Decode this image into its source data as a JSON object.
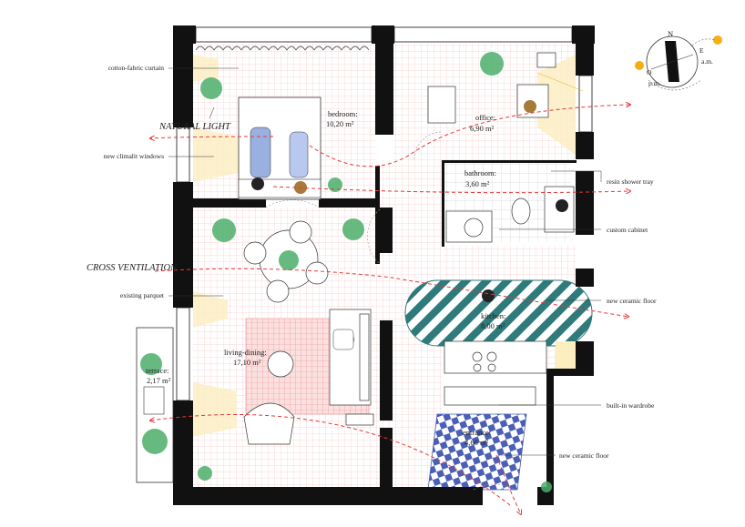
{
  "annotations": {
    "curtain": "cotton-fabric curtain",
    "natural_light": "NATURAL LIGHT",
    "windows": "new climalit windows",
    "cross_ventilation": "CROSS VENTILATION",
    "parquet": "existing parquet",
    "shower": "resin shower tray",
    "cabinet": "custom cabinet",
    "kitchen_floor": "new ceramic floor",
    "wardrobe": "built-in wardrobe",
    "entrance_floor": "new ceramic floor"
  },
  "rooms": {
    "bedroom": {
      "name": "bedroom:",
      "area": "10,20 m²"
    },
    "office": {
      "name": "office:",
      "area": "6,90 m²"
    },
    "bathroom": {
      "name": "bathroom:",
      "area": "3,60 m²"
    },
    "kitchen": {
      "name": "kitchen:",
      "area": "8,00 m²"
    },
    "living": {
      "name": "living-dining:",
      "area": "17,10 m²"
    },
    "terrace": {
      "name": "terrace:",
      "area": "2,17 m²"
    },
    "entrance": {
      "name": "entrance:",
      "area": "4,60 m²"
    }
  },
  "compass": {
    "north": "N",
    "east": "E",
    "west": "O",
    "am": "a.m.",
    "pm": "p.m."
  },
  "colors": {
    "grid": "#f4b8b8",
    "wall": "#111111",
    "light": "#fdf0c4",
    "teal": "#2f7a7a",
    "blue": "#4a5fb5",
    "plant": "#3aa35a",
    "arrow": "#e23a3a"
  }
}
